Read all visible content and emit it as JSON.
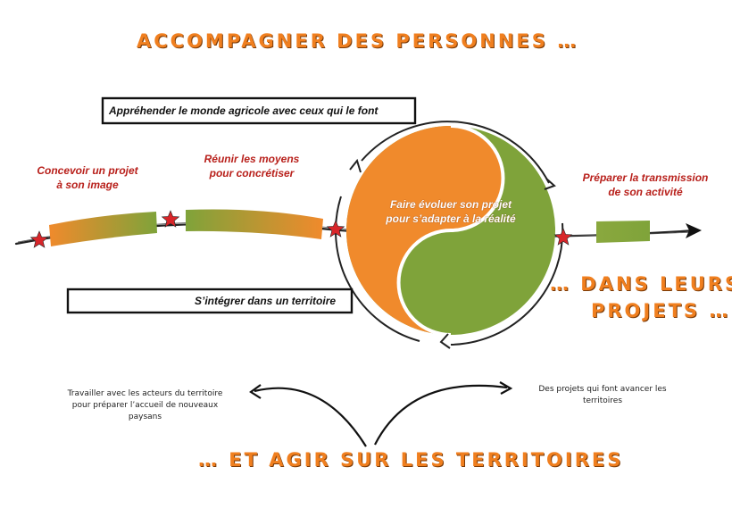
{
  "titles": {
    "top": "ACCOMPAGNER DES PERSONNES …",
    "right_line1": "… DANS LEURS",
    "right_line2": "PROJETS …",
    "bottom": "… ET AGIR SUR LES TERRITOIRES"
  },
  "boxes": {
    "top": "Appréhender le monde agricole avec ceux qui le font",
    "bottom": "S’intégrer dans un territoire"
  },
  "steps": {
    "concevoir_line1": "Concevoir un projet",
    "concevoir_line2": "à son image",
    "reunir_line1": "Réunir les moyens",
    "reunir_line2": "pour concrétiser",
    "center_line1": "Faire évoluer son projet",
    "center_line2": "pour s’adapter à la réalité",
    "transmission_line1": "Préparer la transmission",
    "transmission_line2": "de son activité"
  },
  "notes": {
    "left_line1": "Travailler avec les acteurs du territoire",
    "left_line2": "pour préparer l’accueil de nouveaux",
    "left_line3": "paysans",
    "right_line1": "Des projets qui font avancer les",
    "right_line2": "territoires"
  },
  "icons": [
    "star-icon",
    "arrowhead-icon",
    "cycle-arrow-icon"
  ],
  "colors": {
    "orange": "#f08a2c",
    "green": "#7fa33a",
    "star_red": "#d8262a",
    "title_orange": "#f07f1f",
    "label_red": "#b8201b"
  }
}
